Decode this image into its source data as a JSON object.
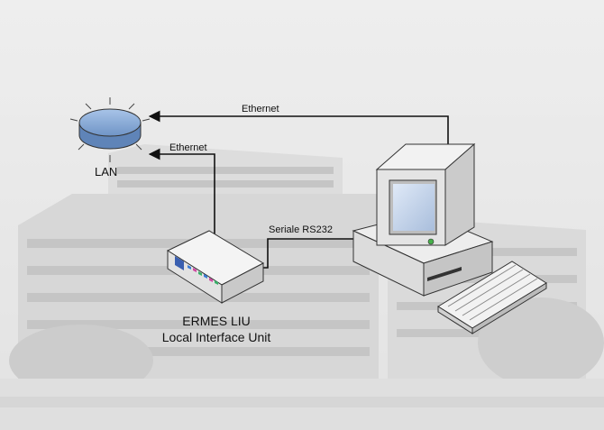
{
  "diagram": {
    "nodes": {
      "lan": {
        "label": "LAN"
      },
      "liu": {
        "title": "ERMES LIU",
        "subtitle": "Local Interface Unit"
      },
      "computer": {
        "label": ""
      }
    },
    "links": [
      {
        "from": "computer",
        "to": "lan",
        "label": "Ethernet"
      },
      {
        "from": "liu",
        "to": "lan",
        "label": "Ethernet"
      },
      {
        "from": "liu",
        "to": "computer",
        "label": "Seriale RS232"
      }
    ]
  }
}
